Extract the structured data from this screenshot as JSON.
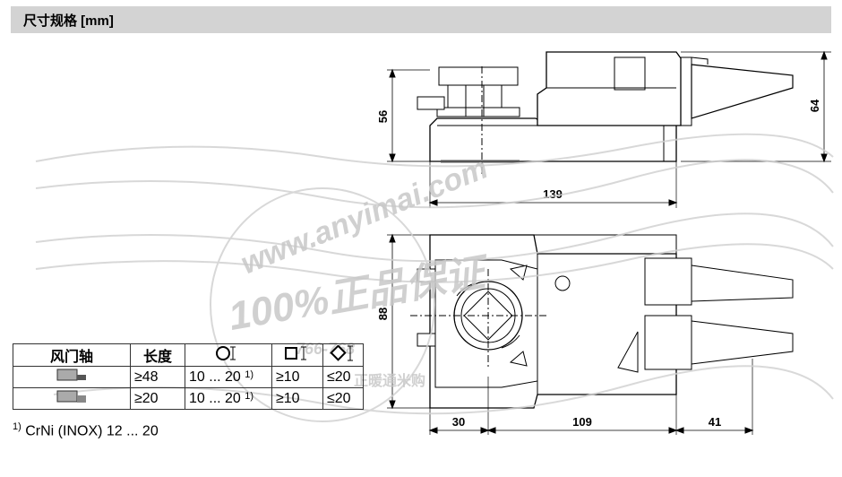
{
  "header": {
    "title": "尺寸规格 [mm]"
  },
  "dimensions": {
    "height_56": "56",
    "height_64": "64",
    "length_139": "139",
    "height_88": "88",
    "width_30": "30",
    "width_109": "109",
    "width_41": "41"
  },
  "watermark": {
    "site": "www.anyimai.com",
    "tagline": "100%正品保证",
    "phone": "766-768",
    "service": "正暖通米购"
  },
  "table": {
    "headers": {
      "shaft": "风门轴",
      "length": "长度",
      "round_icon": "round-shaft-icon",
      "square_icon": "square-shaft-icon",
      "diamond_icon": "diamond-shaft-icon"
    },
    "rows": [
      {
        "length": "≥48",
        "round": "10 ... 20",
        "round_note": "1)",
        "square": "≥10",
        "diamond": "≤20"
      },
      {
        "length": "≥20",
        "round": "10 ... 20",
        "round_note": "1)",
        "square": "≥10",
        "diamond": "≤20"
      }
    ]
  },
  "footnote": {
    "marker": "1)",
    "text": "CrNi (INOX) 12 ... 20"
  }
}
